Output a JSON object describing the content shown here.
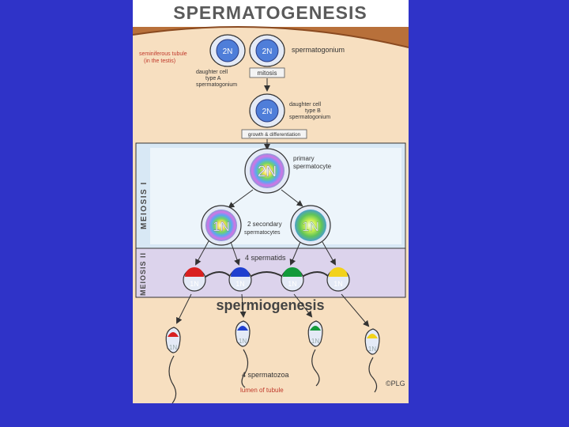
{
  "slide": {
    "title_fragment": "s"
  },
  "figure": {
    "title": "SPERMATOGENESIS",
    "labels": {
      "tubule": [
        "seminiferous tubule",
        "(in the testis)"
      ],
      "spermatogonium": "spermatogonium",
      "mitosis": "mitosis",
      "daughter_a": [
        "daughter cell",
        "type A",
        "spermatogonium"
      ],
      "daughter_b": [
        "daughter cell",
        "type B",
        "spermatogonium"
      ],
      "growth": "growth & differentiation",
      "meiosis1": "MEIOSIS I",
      "meiosis2": "MEIOSIS II",
      "primary": [
        "primary",
        "spermatocyte"
      ],
      "secondary": [
        "2 secondary",
        "spermatocytes"
      ],
      "spermatids": "4 spermatids",
      "spermiogenesis": "spermiogenesis",
      "spermatozoa": "4 spermatozoa",
      "lumen": "lumen of tubule",
      "copyright": "©PLG"
    },
    "ploidy": {
      "spermatogonium_a": "2N",
      "spermatogonium_b": "2N",
      "type_b": "2N",
      "primary": "2N",
      "secondary_left": "1N",
      "secondary_right": "1N",
      "spermatid": "1N",
      "sperm": "1N"
    },
    "colors": {
      "background": "#f7dfc0",
      "tubule_wall": "#b8703a",
      "cell_fill": "#e4eaf6",
      "nucleus": "#4f7ed9",
      "meiosis_band": "#d8e8f5",
      "label_red": "#c0392b",
      "chromosome_red": "#d92020",
      "chromosome_blue": "#1f3fcf",
      "chromosome_green": "#129a3a",
      "chromosome_yellow": "#f2d21a"
    }
  }
}
